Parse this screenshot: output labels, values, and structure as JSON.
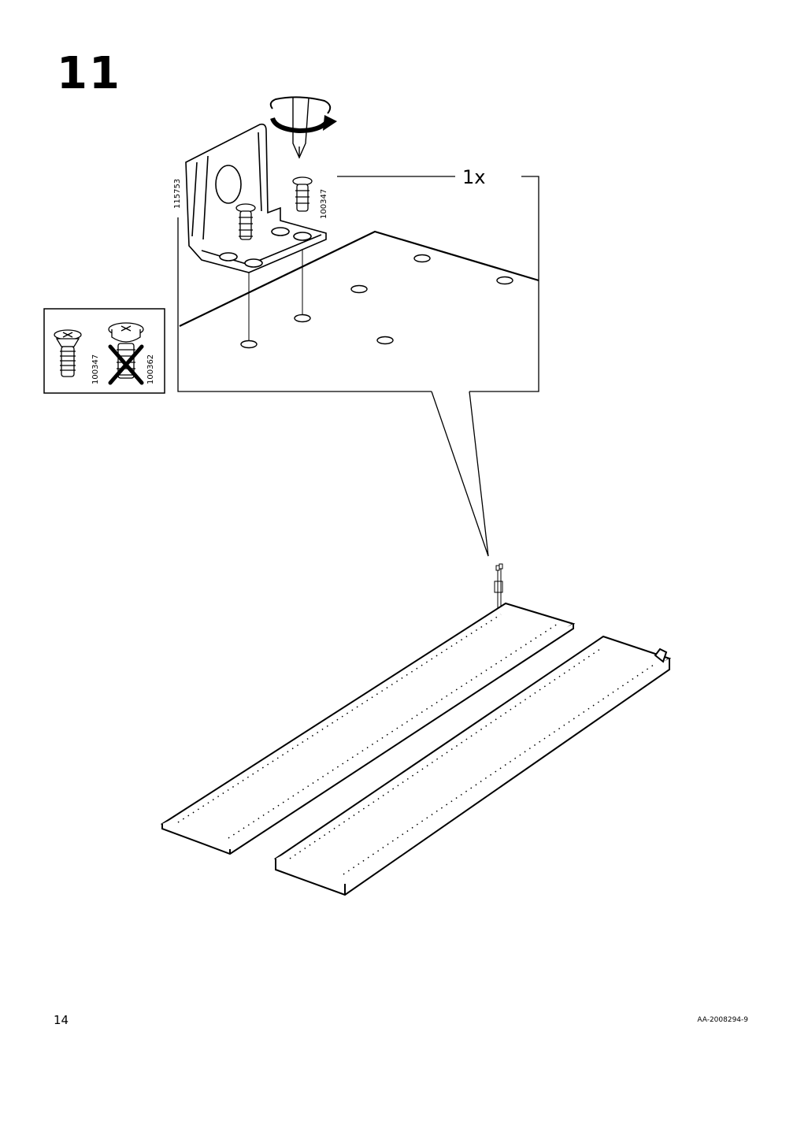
{
  "step": {
    "number": "11"
  },
  "detail": {
    "quantity": "1x",
    "part_bracket": "115753",
    "part_screw": "100347"
  },
  "legend": {
    "correct_screw_id": "100347",
    "wrong_screw_id": "100362"
  },
  "footer": {
    "page_number": "14",
    "doc_code": "AA-2008294-9"
  }
}
